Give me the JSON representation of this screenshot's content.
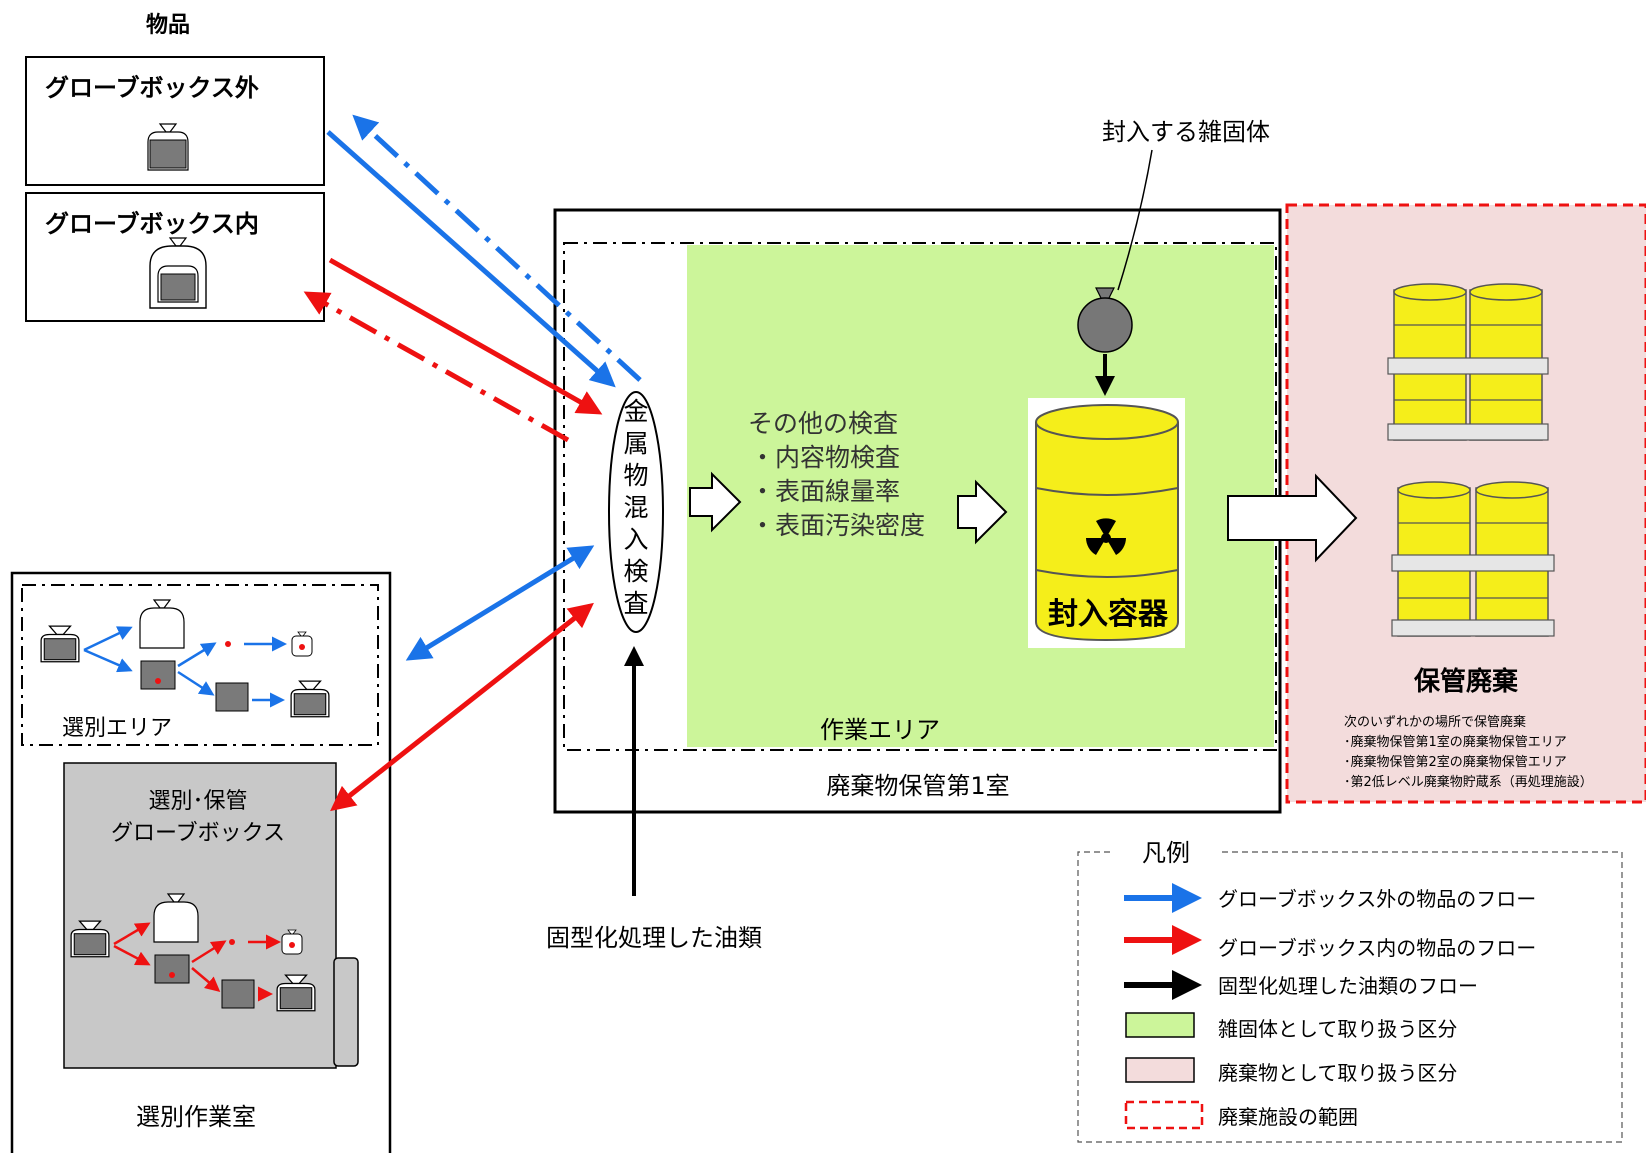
{
  "items": {
    "heading": "物品",
    "outside_box": "グローブボックス外",
    "inside_box": "グローブボックス内"
  },
  "sorting_room": {
    "sorting_area": "選別エリア",
    "glovebox_line1": "選別･保管",
    "glovebox_line2": "グローブボックス",
    "room_label": "選別作業室"
  },
  "metal_inspection": {
    "label": [
      "金",
      "属",
      "物",
      "混",
      "入",
      "検",
      "査"
    ]
  },
  "other_inspections": {
    "title": "その他の検査",
    "items": [
      "・内容物検査",
      "・表面線量率",
      "・表面汚染密度"
    ]
  },
  "seal_solid": "封入する雑固体",
  "container_label": "封入容器",
  "work_area": "作業エリア",
  "storage_room": "廃棄物保管第1室",
  "oil_label": "固型化処理した油類",
  "storage_disposal": {
    "title": "保管廃棄",
    "notes": [
      "次のいずれかの場所で保管廃棄",
      "･廃棄物保管第1室の廃棄物保管エリア",
      "･廃棄物保管第2室の廃棄物保管エリア",
      "･第2低レベル廃棄物貯蔵系（再処理施設）"
    ]
  },
  "legend": {
    "title": "凡例",
    "items": [
      {
        "text": "グローブボックス外の物品のフロー",
        "symbol": "blue-arrow"
      },
      {
        "text": "グローブボックス内の物品のフロー",
        "symbol": "red-arrow"
      },
      {
        "text": "固型化処理した油類のフロー",
        "symbol": "black-arrow"
      },
      {
        "text": "雑固体として取り扱う区分",
        "symbol": "green-box"
      },
      {
        "text": "廃棄物として取り扱う区分",
        "symbol": "pink-box"
      },
      {
        "text": "廃棄施設の範囲",
        "symbol": "red-dashed-box"
      }
    ]
  },
  "colors": {
    "blue": "#1a73e8",
    "red": "#ee1111",
    "green_area": "#ccf59a",
    "pink_area": "#f3dcdc",
    "drum_yellow": "#f5ee1a"
  }
}
